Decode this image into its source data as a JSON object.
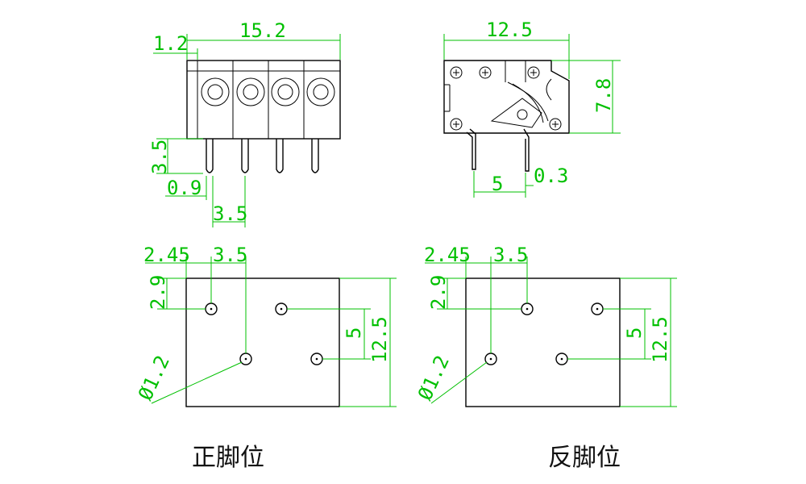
{
  "side_view": {
    "overall_length": "15.2",
    "edge_offset": "1.2",
    "pin_length": "3.5",
    "pin_width": "0.9",
    "pin_pitch": "3.5"
  },
  "end_view": {
    "width": "12.5",
    "height": "7.8",
    "lead_spacing": "5",
    "lead_thickness": "0.3"
  },
  "layout_front": {
    "offset_x": "2.45",
    "pitch_x": "3.5",
    "offset_y": "2.9",
    "row_spacing": "5",
    "height": "12.5",
    "hole_dia": "Ø1.2",
    "caption": "正脚位"
  },
  "layout_reverse": {
    "offset_x": "2.45",
    "pitch_x": "3.5",
    "offset_y": "2.9",
    "row_spacing": "5",
    "height": "12.5",
    "hole_dia": "Ø1.2",
    "caption": "反脚位"
  }
}
